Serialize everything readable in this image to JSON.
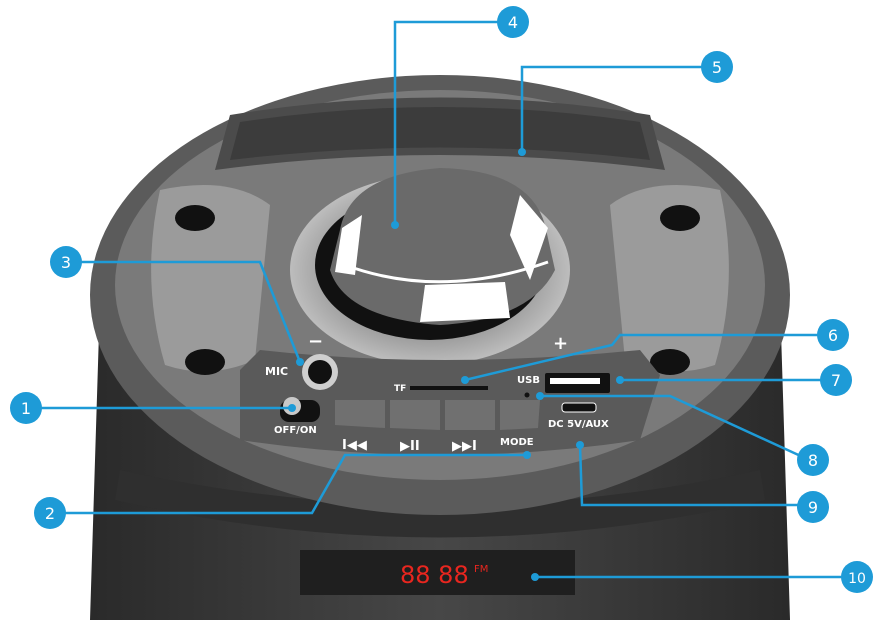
{
  "labels": {
    "mic": "MIC",
    "minus": "−",
    "plus": "+",
    "tf": "TF",
    "usb": "USB",
    "offon": "OFF/ON",
    "mode": "MODE",
    "dc": "DC 5V/AUX",
    "prev_glyph": "I◀◀",
    "play_glyph": "▶II",
    "next_glyph": "▶▶I"
  },
  "display": {
    "digits": "88 88",
    "suffix": "FM",
    "color": "#e8261f"
  },
  "callouts": [
    {
      "number": "1"
    },
    {
      "number": "2"
    },
    {
      "number": "3"
    },
    {
      "number": "4"
    },
    {
      "number": "5"
    },
    {
      "number": "6"
    },
    {
      "number": "7"
    },
    {
      "number": "8"
    },
    {
      "number": "9"
    },
    {
      "number": "10"
    }
  ],
  "colors": {
    "callout": "#1e9bd7",
    "body_dark": "#3a3a3a",
    "top_grey": "#6e6e6e",
    "panel": "#4a4a4a"
  }
}
